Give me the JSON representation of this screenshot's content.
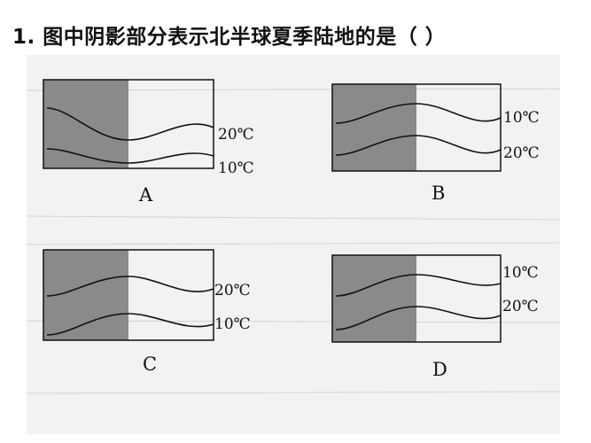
{
  "question": {
    "text": "1. 图中阴影部分表示北半球夏季陆地的是（      ）"
  },
  "colors": {
    "shade": "#8a8a8a",
    "scan_bg": "#f2f2f2",
    "ink": "#111111"
  },
  "panels": [
    {
      "letter": "A",
      "upper_label": "20℃",
      "lower_label": "10℃",
      "upper_shape": "trough-in-shade",
      "lower_shape": "trough-in-shade"
    },
    {
      "letter": "B",
      "upper_label": "10℃",
      "lower_label": "20℃",
      "upper_shape": "crest-in-shade",
      "lower_shape": "crest-in-shade"
    },
    {
      "letter": "C",
      "upper_label": "20℃",
      "lower_label": "10℃",
      "upper_shape": "crest-in-shade",
      "lower_shape": "crest-in-shade"
    },
    {
      "letter": "D",
      "upper_label": "10℃",
      "lower_label": "20℃",
      "upper_shape": "crest-in-shade",
      "lower_shape": "crest-in-shade"
    }
  ]
}
